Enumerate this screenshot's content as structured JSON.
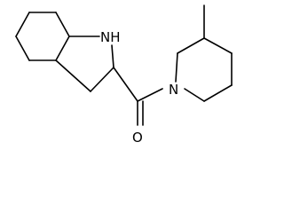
{
  "molecule": {
    "atoms": {
      "indole_nitrogen": "NH",
      "piperidine_nitrogen": "N",
      "carbonyl_oxygen": "O"
    }
  },
  "colors": {
    "bond": "#000000",
    "label": "#000000",
    "background": "#ffffff"
  }
}
